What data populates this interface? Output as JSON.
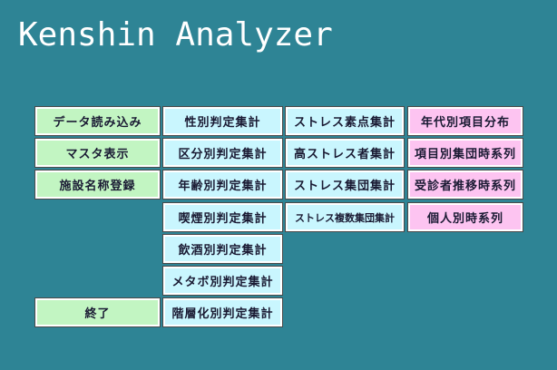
{
  "title": "Kenshin Analyzer",
  "colors": {
    "background": "#2e8495",
    "title_text": "#ffffff",
    "button_text": "#1a1a33",
    "button_outline": "#4a4a4a",
    "button_inner_border": "#ffffff",
    "green": "#c2f5c2",
    "cyan": "#c9f6fe",
    "pink": "#fdc4f1"
  },
  "menu": {
    "columns": [
      {
        "name": "main-actions",
        "color_key": "green",
        "buttons": [
          {
            "key": "data-load",
            "label": "データ読み込み",
            "row": 1
          },
          {
            "key": "master-view",
            "label": "マスタ表示",
            "row": 2
          },
          {
            "key": "facility-name-register",
            "label": "施設名称登録",
            "row": 3
          },
          {
            "key": "exit",
            "label": "終了",
            "row": 7
          }
        ]
      },
      {
        "name": "judgement-aggregation",
        "color_key": "cyan",
        "buttons": [
          {
            "key": "sex-judgement-sum",
            "label": "性別判定集計",
            "row": 1
          },
          {
            "key": "category-judgement-sum",
            "label": "区分別判定集計",
            "row": 2
          },
          {
            "key": "age-judgement-sum",
            "label": "年齢別判定集計",
            "row": 3
          },
          {
            "key": "smoking-judgement-sum",
            "label": "喫煙別判定集計",
            "row": 4
          },
          {
            "key": "drinking-judgement-sum",
            "label": "飲酒別判定集計",
            "row": 5
          },
          {
            "key": "metabo-judgement-sum",
            "label": "メタボ別判定集計",
            "row": 6
          },
          {
            "key": "stratified-judgement-sum",
            "label": "階層化別判定集計",
            "row": 7
          }
        ]
      },
      {
        "name": "stress-aggregation",
        "color_key": "cyan",
        "buttons": [
          {
            "key": "stress-score-sum",
            "label": "ストレス素点集計",
            "row": 1
          },
          {
            "key": "high-stress-sum",
            "label": "高ストレス者集計",
            "row": 2
          },
          {
            "key": "stress-group-sum",
            "label": "ストレス集団集計",
            "row": 3
          },
          {
            "key": "stress-multi-group-sum",
            "label": "ストレス複数集団集計",
            "row": 4,
            "small": true
          }
        ]
      },
      {
        "name": "timeseries-analysis",
        "color_key": "pink",
        "buttons": [
          {
            "key": "age-item-distribution",
            "label": "年代別項目分布",
            "row": 1
          },
          {
            "key": "item-group-timeseries",
            "label": "項目別集団時系列",
            "row": 2
          },
          {
            "key": "examinee-transition-timeseries",
            "label": "受診者推移時系列",
            "row": 3
          },
          {
            "key": "individual-timeseries",
            "label": "個人別時系列",
            "row": 4
          }
        ]
      }
    ]
  }
}
